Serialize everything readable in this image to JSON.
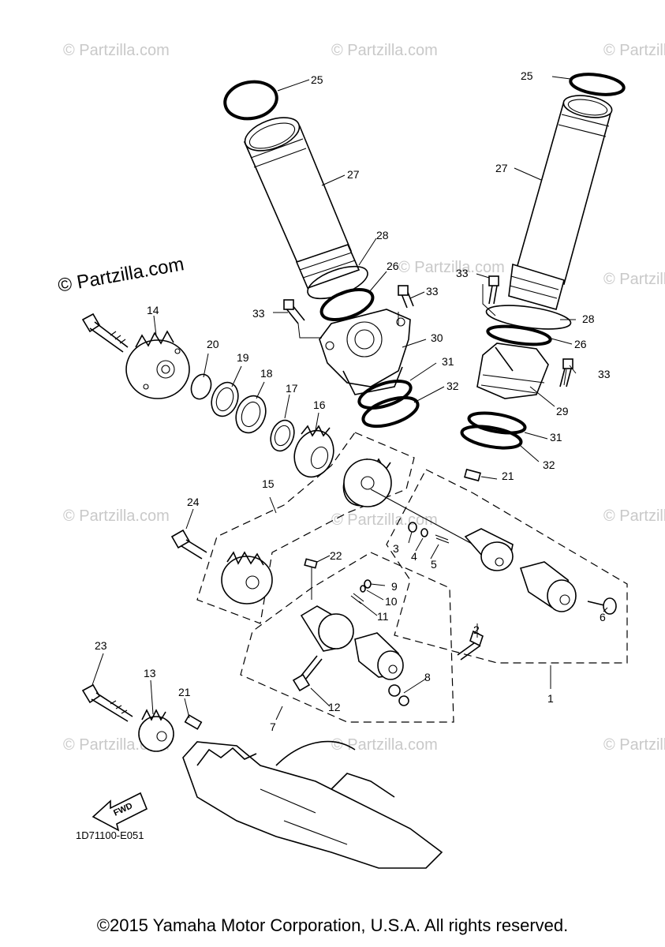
{
  "watermark": "© Partzilla.com",
  "diagram_code": "1D71100-E051",
  "fwd_label": "FWD",
  "copyright": "©2015 Yamaha Motor Corporation, U.S.A. All rights reserved.",
  "callouts": [
    "25",
    "25",
    "27",
    "27",
    "28",
    "28",
    "26",
    "26",
    "33",
    "33",
    "33",
    "33",
    "30",
    "31",
    "31",
    "32",
    "32",
    "29",
    "14",
    "20",
    "19",
    "18",
    "17",
    "16",
    "15",
    "21",
    "21",
    "24",
    "22",
    "3",
    "4",
    "5",
    "9",
    "10",
    "11",
    "2",
    "6",
    "1",
    "8",
    "12",
    "7",
    "23",
    "13"
  ]
}
